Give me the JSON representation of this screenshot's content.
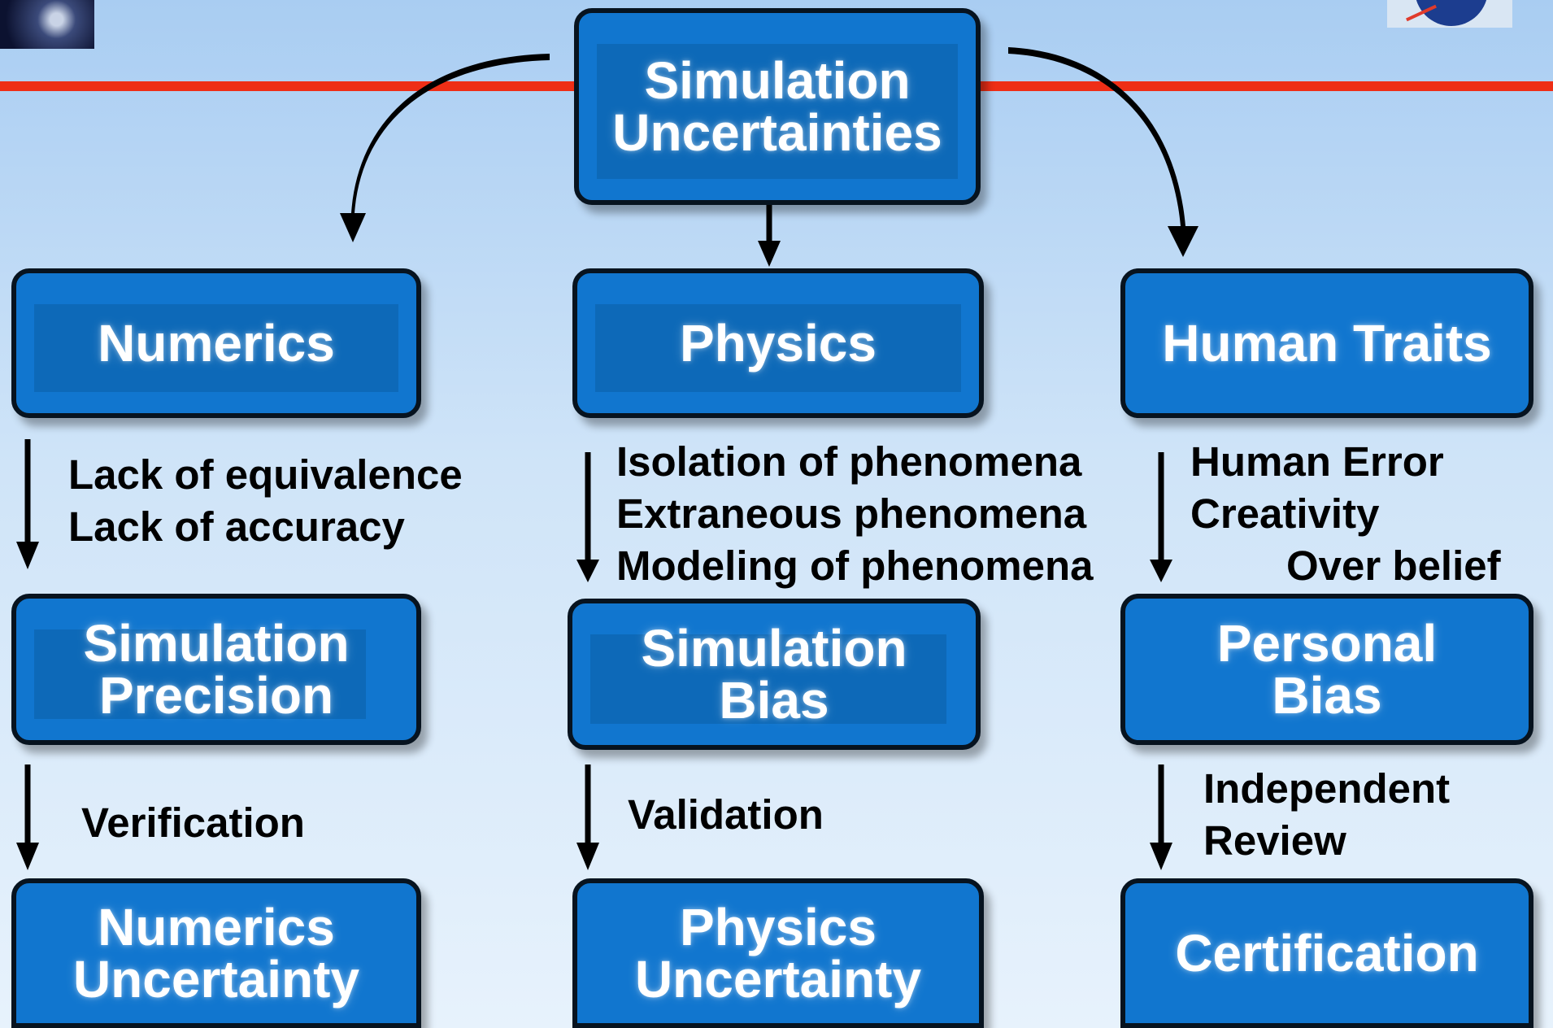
{
  "boxes": {
    "root": "Simulation\nUncertainties",
    "numerics": "Numerics",
    "physics": "Physics",
    "human_traits": "Human Traits",
    "simulation_precision": "Simulation\nPrecision",
    "simulation_bias": "Simulation\nBias",
    "personal_bias": "Personal\nBias",
    "numerics_uncertainty": "Numerics\nUncertainty",
    "physics_uncertainty": "Physics\nUncertainty",
    "certification": "Certification"
  },
  "notes": {
    "numerics_issues": [
      "Lack of equivalence",
      "Lack of accuracy"
    ],
    "physics_issues": [
      "Isolation of phenomena",
      "Extraneous phenomena",
      "Modeling of phenomena"
    ],
    "human_issues": [
      "Human Error",
      "Creativity",
      "Over belief"
    ],
    "verification": "Verification",
    "validation": "Validation",
    "independent_review": [
      "Independent",
      "Review"
    ]
  },
  "colors": {
    "box_fill": "#1176cf",
    "box_border": "#07131f",
    "rule": "#ee2e16",
    "background_top": "#a9cdf2"
  }
}
